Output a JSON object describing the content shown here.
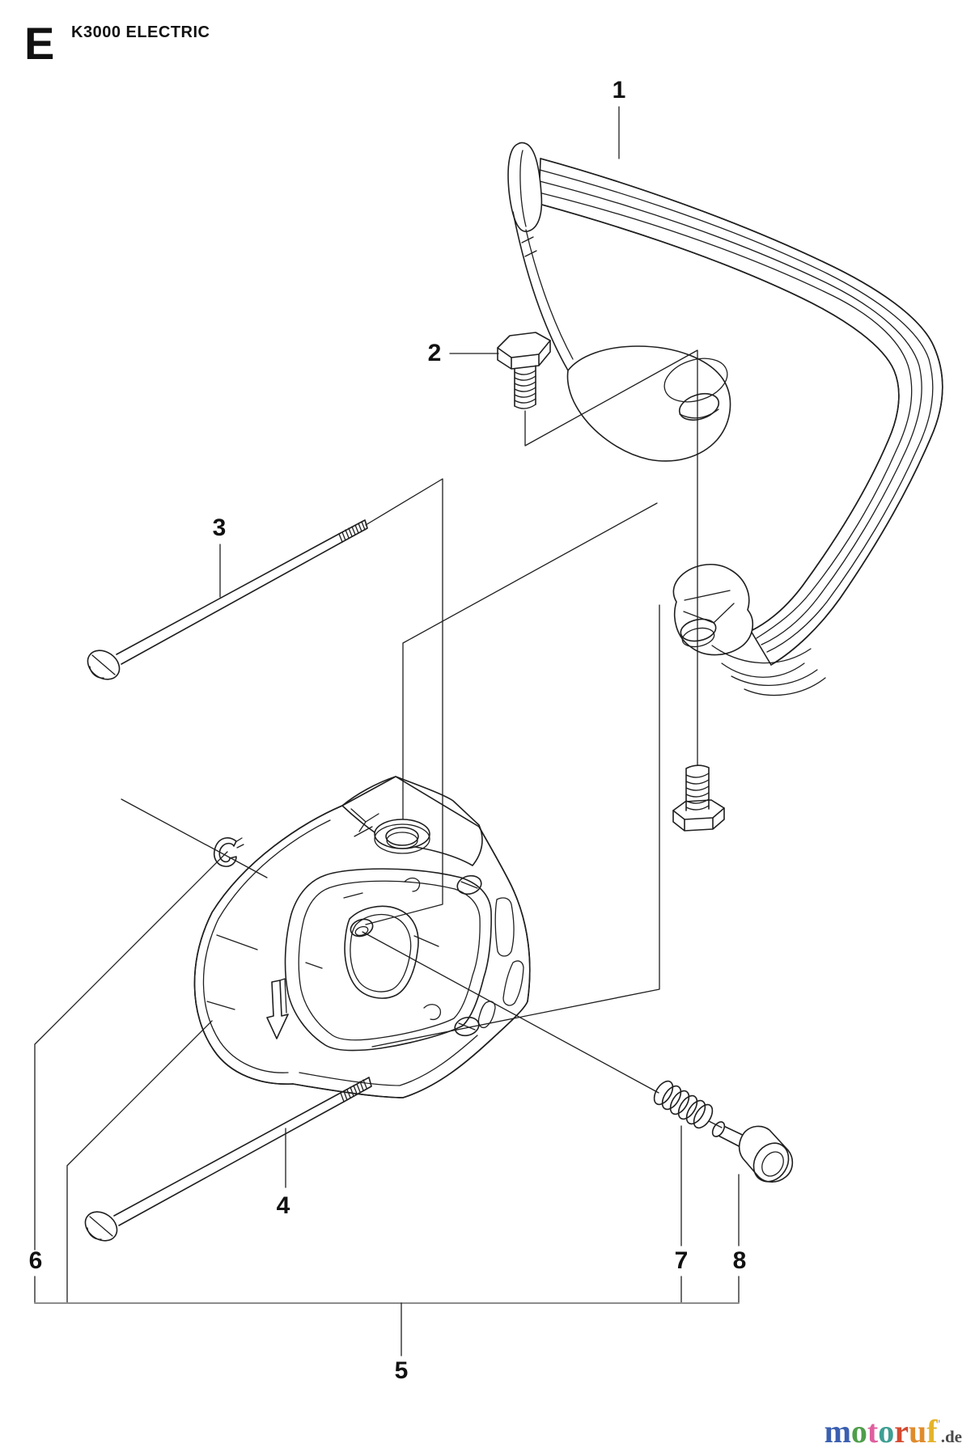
{
  "header": {
    "section_letter": "E",
    "model_title": "K3000 ELECTRIC"
  },
  "callouts": {
    "c1": "1",
    "c2": "2",
    "c3": "3",
    "c4": "4",
    "c5": "5",
    "c6": "6",
    "c7": "7",
    "c8": "8"
  },
  "logo": {
    "letters": [
      {
        "ch": "m",
        "color": "#3b5fb0"
      },
      {
        "ch": "o",
        "color": "#4f9e4a"
      },
      {
        "ch": "t",
        "color": "#df5f9e"
      },
      {
        "ch": "o",
        "color": "#3d9f93"
      },
      {
        "ch": "r",
        "color": "#d44a30"
      },
      {
        "ch": "u",
        "color": "#e08b2c"
      },
      {
        "ch": "f",
        "color": "#e5b32a"
      }
    ],
    "tick": "'",
    "tick_color": "#a8a8a8",
    "suffix": ".de",
    "suffix_color": "#4a4a4a"
  },
  "drawing": {
    "line_color": "#1f1f1f",
    "bracket_line_color": "#8c8c8c",
    "text_color": "#111111",
    "background": "#ffffff"
  }
}
